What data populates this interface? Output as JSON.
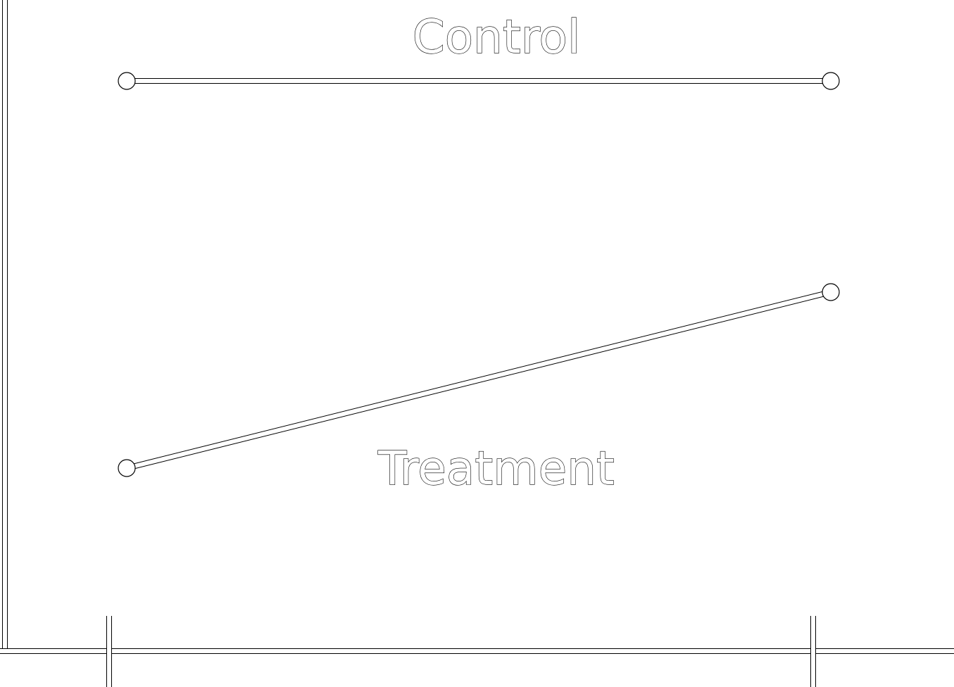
{
  "chart_data": {
    "type": "line",
    "title": "",
    "xlabel": "",
    "ylabel": "",
    "x": [
      0,
      1
    ],
    "ylim": [
      0,
      1
    ],
    "grid": false,
    "legend": "none",
    "colors": {
      "background": "#ffffff",
      "line_fill": "#ffffff",
      "line_outline": "#000000"
    },
    "series": [
      {
        "name": "Control",
        "values": [
          0.9,
          0.9
        ]
      },
      {
        "name": "Treatment",
        "values": [
          0.35,
          0.6
        ]
      }
    ]
  }
}
